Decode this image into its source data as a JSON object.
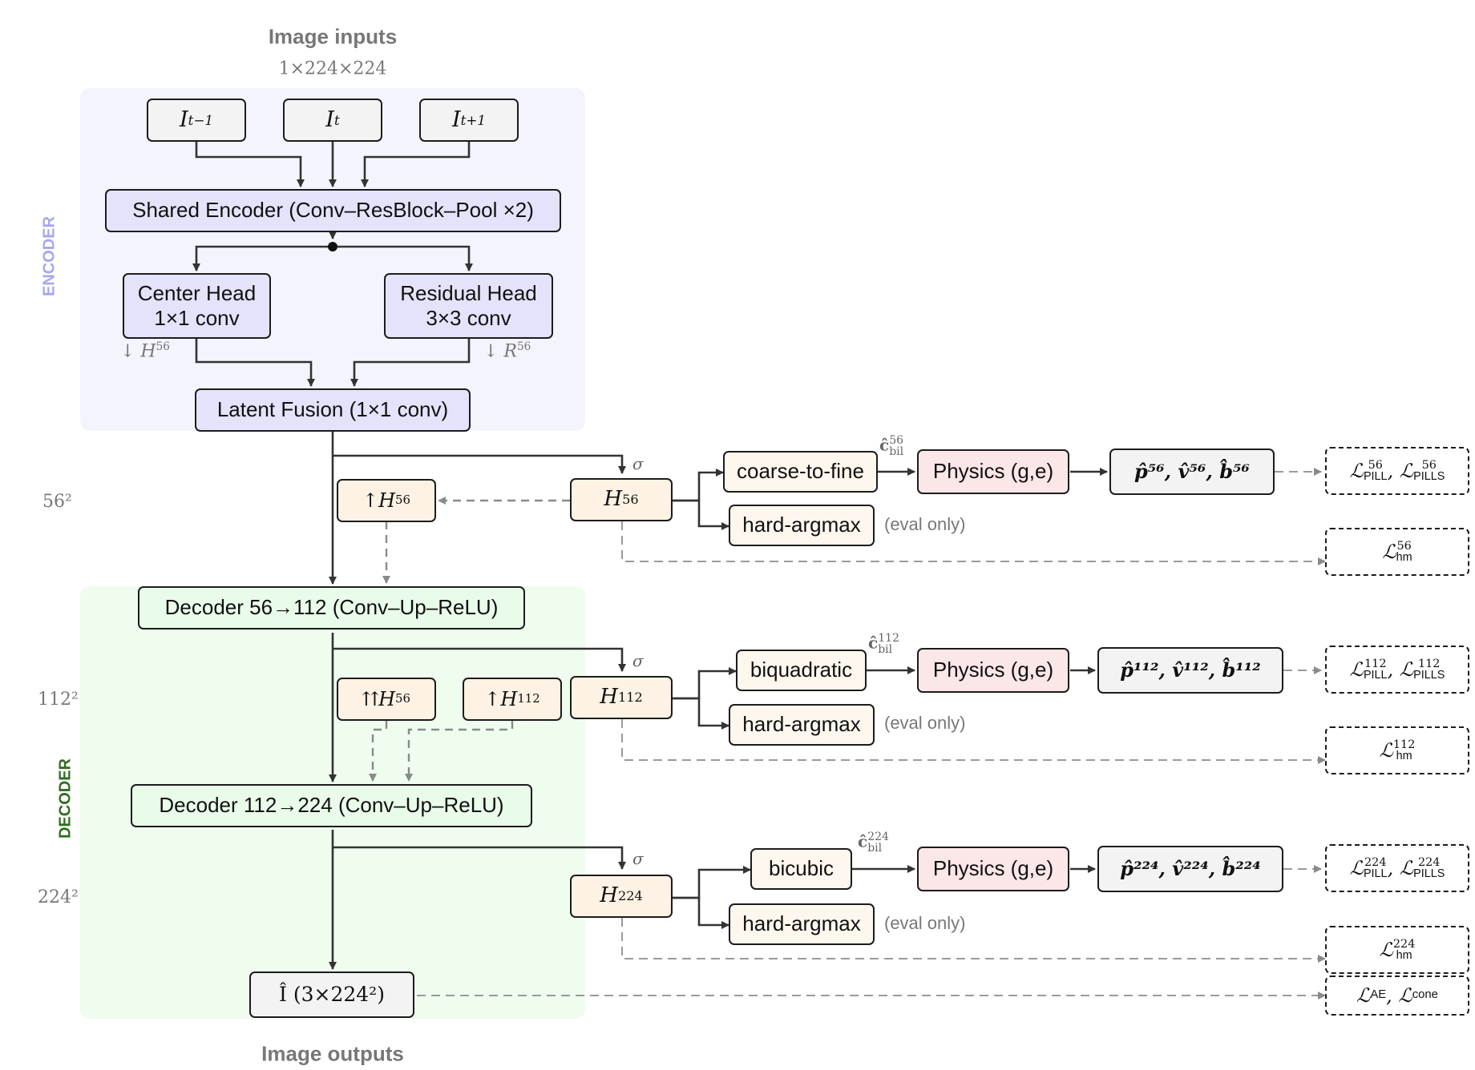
{
  "header": {
    "title": "Image inputs",
    "dims": "1×224×224"
  },
  "footer": {
    "title": "Image outputs"
  },
  "regions": {
    "encoder_label": "ENCODER",
    "decoder_label": "DECODER"
  },
  "colors": {
    "encoder_bg": "#f4f4fe",
    "decoder_bg": "#effdef",
    "encoder_label": "#a6a6f2",
    "decoder_label": "#2f6e1f",
    "arrow": "#333333",
    "dashed_arrow": "#8a8a8a"
  },
  "inputs": [
    {
      "base": "I",
      "sub": "t−1"
    },
    {
      "base": "I",
      "sub": "t"
    },
    {
      "base": "I",
      "sub": "t+1"
    }
  ],
  "encoder": {
    "shared": "Shared Encoder (Conv–ResBlock–Pool ×2)",
    "center_head": {
      "line1": "Center Head",
      "line2": "1×1 conv"
    },
    "residual_head": {
      "line1": "Residual Head",
      "line2": "3×3 conv"
    },
    "center_out": "↓ H",
    "center_out_sup": "56",
    "residual_out": "↓ R",
    "residual_out_sup": "56",
    "fusion": "Latent Fusion (1×1 conv)"
  },
  "decoder": {
    "dec1": "Decoder 56→112 (Conv–Up–ReLU)",
    "dec2": "Decoder 112→224 (Conv–Up–ReLU)",
    "output": "Î  (3×224²)"
  },
  "resolutions": {
    "r56": "56²",
    "r112": "112²",
    "r224": "224²"
  },
  "skips": {
    "up56": "↑H",
    "up56_sup": "56",
    "upup56": "⇈H",
    "upup56_sup": "56",
    "up112": "↑H",
    "up112_sup": "112"
  },
  "sigma": "σ",
  "heatmaps": [
    {
      "base": "H",
      "sup": "56"
    },
    {
      "base": "H",
      "sup": "112"
    },
    {
      "base": "H",
      "sup": "224"
    }
  ],
  "branches": [
    {
      "method": "coarse-to-fine",
      "chat": "ĉ",
      "chat_sub": "bil",
      "chat_sup": "56",
      "physics": "Physics (g,e)",
      "state": "p̂⁵⁶, v̂⁵⁶, b̂⁵⁶",
      "loss_pill": "ℒ",
      "loss_sup": "56",
      "loss_a": "PILL",
      "loss_b": "PILLS",
      "hm_loss": "ℒ",
      "hm_sub": "hm",
      "hm_sup": "56"
    },
    {
      "method": "biquadratic",
      "chat": "ĉ",
      "chat_sub": "bil",
      "chat_sup": "112",
      "physics": "Physics (g,e)",
      "state": "p̂¹¹², v̂¹¹², b̂¹¹²",
      "loss_pill": "ℒ",
      "loss_sup": "112",
      "loss_a": "PILL",
      "loss_b": "PILLS",
      "hm_loss": "ℒ",
      "hm_sub": "hm",
      "hm_sup": "112"
    },
    {
      "method": "bicubic",
      "chat": "ĉ",
      "chat_sub": "bil",
      "chat_sup": "224",
      "physics": "Physics (g,e)",
      "state": "p̂²²⁴, v̂²²⁴, b̂²²⁴",
      "loss_pill": "ℒ",
      "loss_sup": "224",
      "loss_a": "PILL",
      "loss_b": "PILLS",
      "hm_loss": "ℒ",
      "hm_sub": "hm",
      "hm_sup": "224"
    }
  ],
  "hard_argmax": "hard-argmax",
  "eval_only": "(eval only)",
  "final_loss": {
    "a": "AE",
    "b": "cone"
  }
}
